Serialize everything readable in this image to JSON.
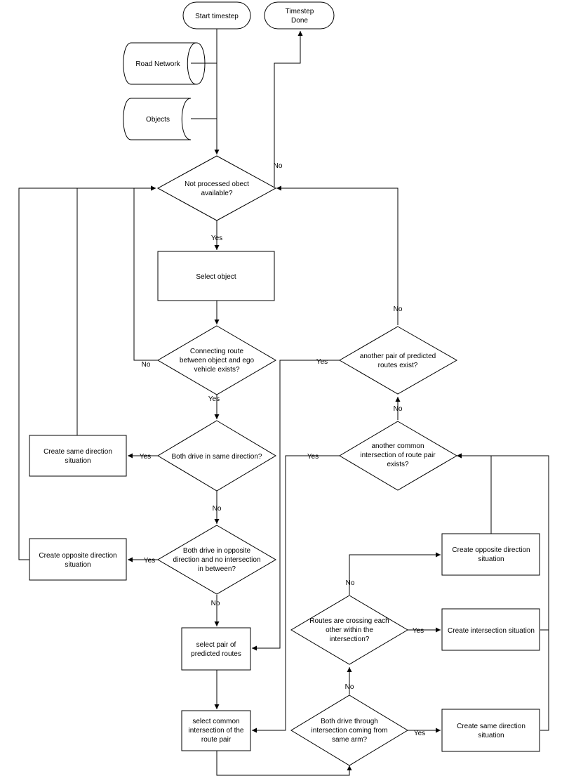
{
  "nodes": {
    "start": "Start timestep",
    "done": [
      "Timestep",
      "Done"
    ],
    "road_network": "Road Network",
    "objects": "Objects",
    "not_processed": [
      "Not processed obect",
      "available?"
    ],
    "select_object": "Select object",
    "connecting_route": [
      "Connecting route",
      "between object and ego",
      "vehicle exists?"
    ],
    "same_direction_q": "Both drive in same direction?",
    "create_same_1": [
      "Create same direction",
      "situation"
    ],
    "opposite_q": [
      "Both drive in opposite",
      "direction and no intersection",
      "in between?"
    ],
    "create_opposite_1": [
      "Create opposite direction",
      "situation"
    ],
    "select_pair": [
      "select pair of",
      "predicted routes"
    ],
    "select_common": [
      "select common",
      "intersection of the",
      "route pair"
    ],
    "another_pair_q": [
      "another pair of predicted",
      "routes exist?"
    ],
    "another_common_q": [
      "another common",
      "intersection of route pair",
      "exists?"
    ],
    "create_opposite_2": [
      "Create opposite direction",
      "situation"
    ],
    "crossing_q": [
      "Routes are crossing each",
      "other within the",
      "intersection?"
    ],
    "create_intersection": "Create intersection situation",
    "same_arm_q": [
      "Both drive through",
      "intersection coming from",
      "same arm?"
    ],
    "create_same_2": [
      "Create same direction",
      "situation"
    ]
  },
  "labels": {
    "yes": "Yes",
    "no": "No"
  }
}
